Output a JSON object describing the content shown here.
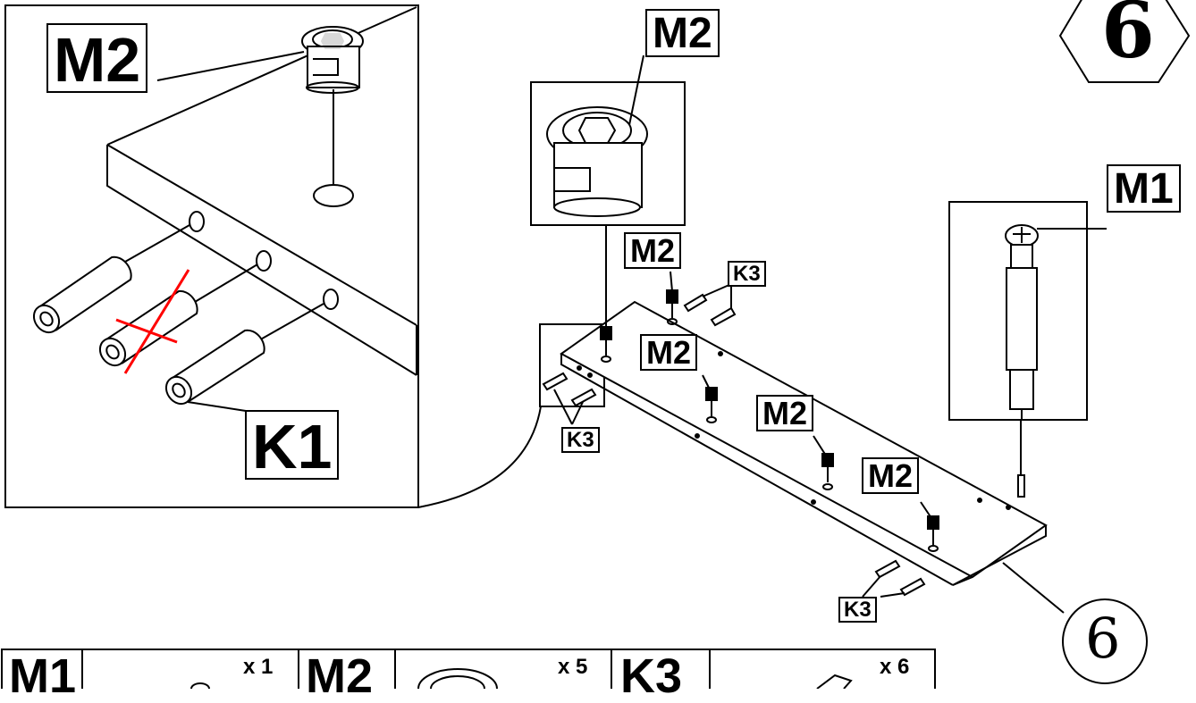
{
  "step_number": "6",
  "part_number": "6",
  "detail_view": {
    "labels": {
      "top": "M2",
      "bottom": "K1"
    }
  },
  "main_view": {
    "labels": {
      "m2_zoom": "M2",
      "m1_zoom": "M1",
      "m2_a": "M2",
      "m2_b": "M2",
      "m2_c": "M2",
      "m2_d": "M2",
      "k3_top": "K3",
      "k3_left": "K3",
      "k3_bottom": "K3"
    }
  },
  "parts_table": {
    "items": [
      {
        "id": "M1",
        "qty": "x 1"
      },
      {
        "id": "M2",
        "qty": "x 5"
      },
      {
        "id": "K3",
        "qty": "x 6"
      }
    ]
  },
  "colors": {
    "line": "#000000",
    "cross": "#ff0000",
    "background": "#ffffff"
  }
}
